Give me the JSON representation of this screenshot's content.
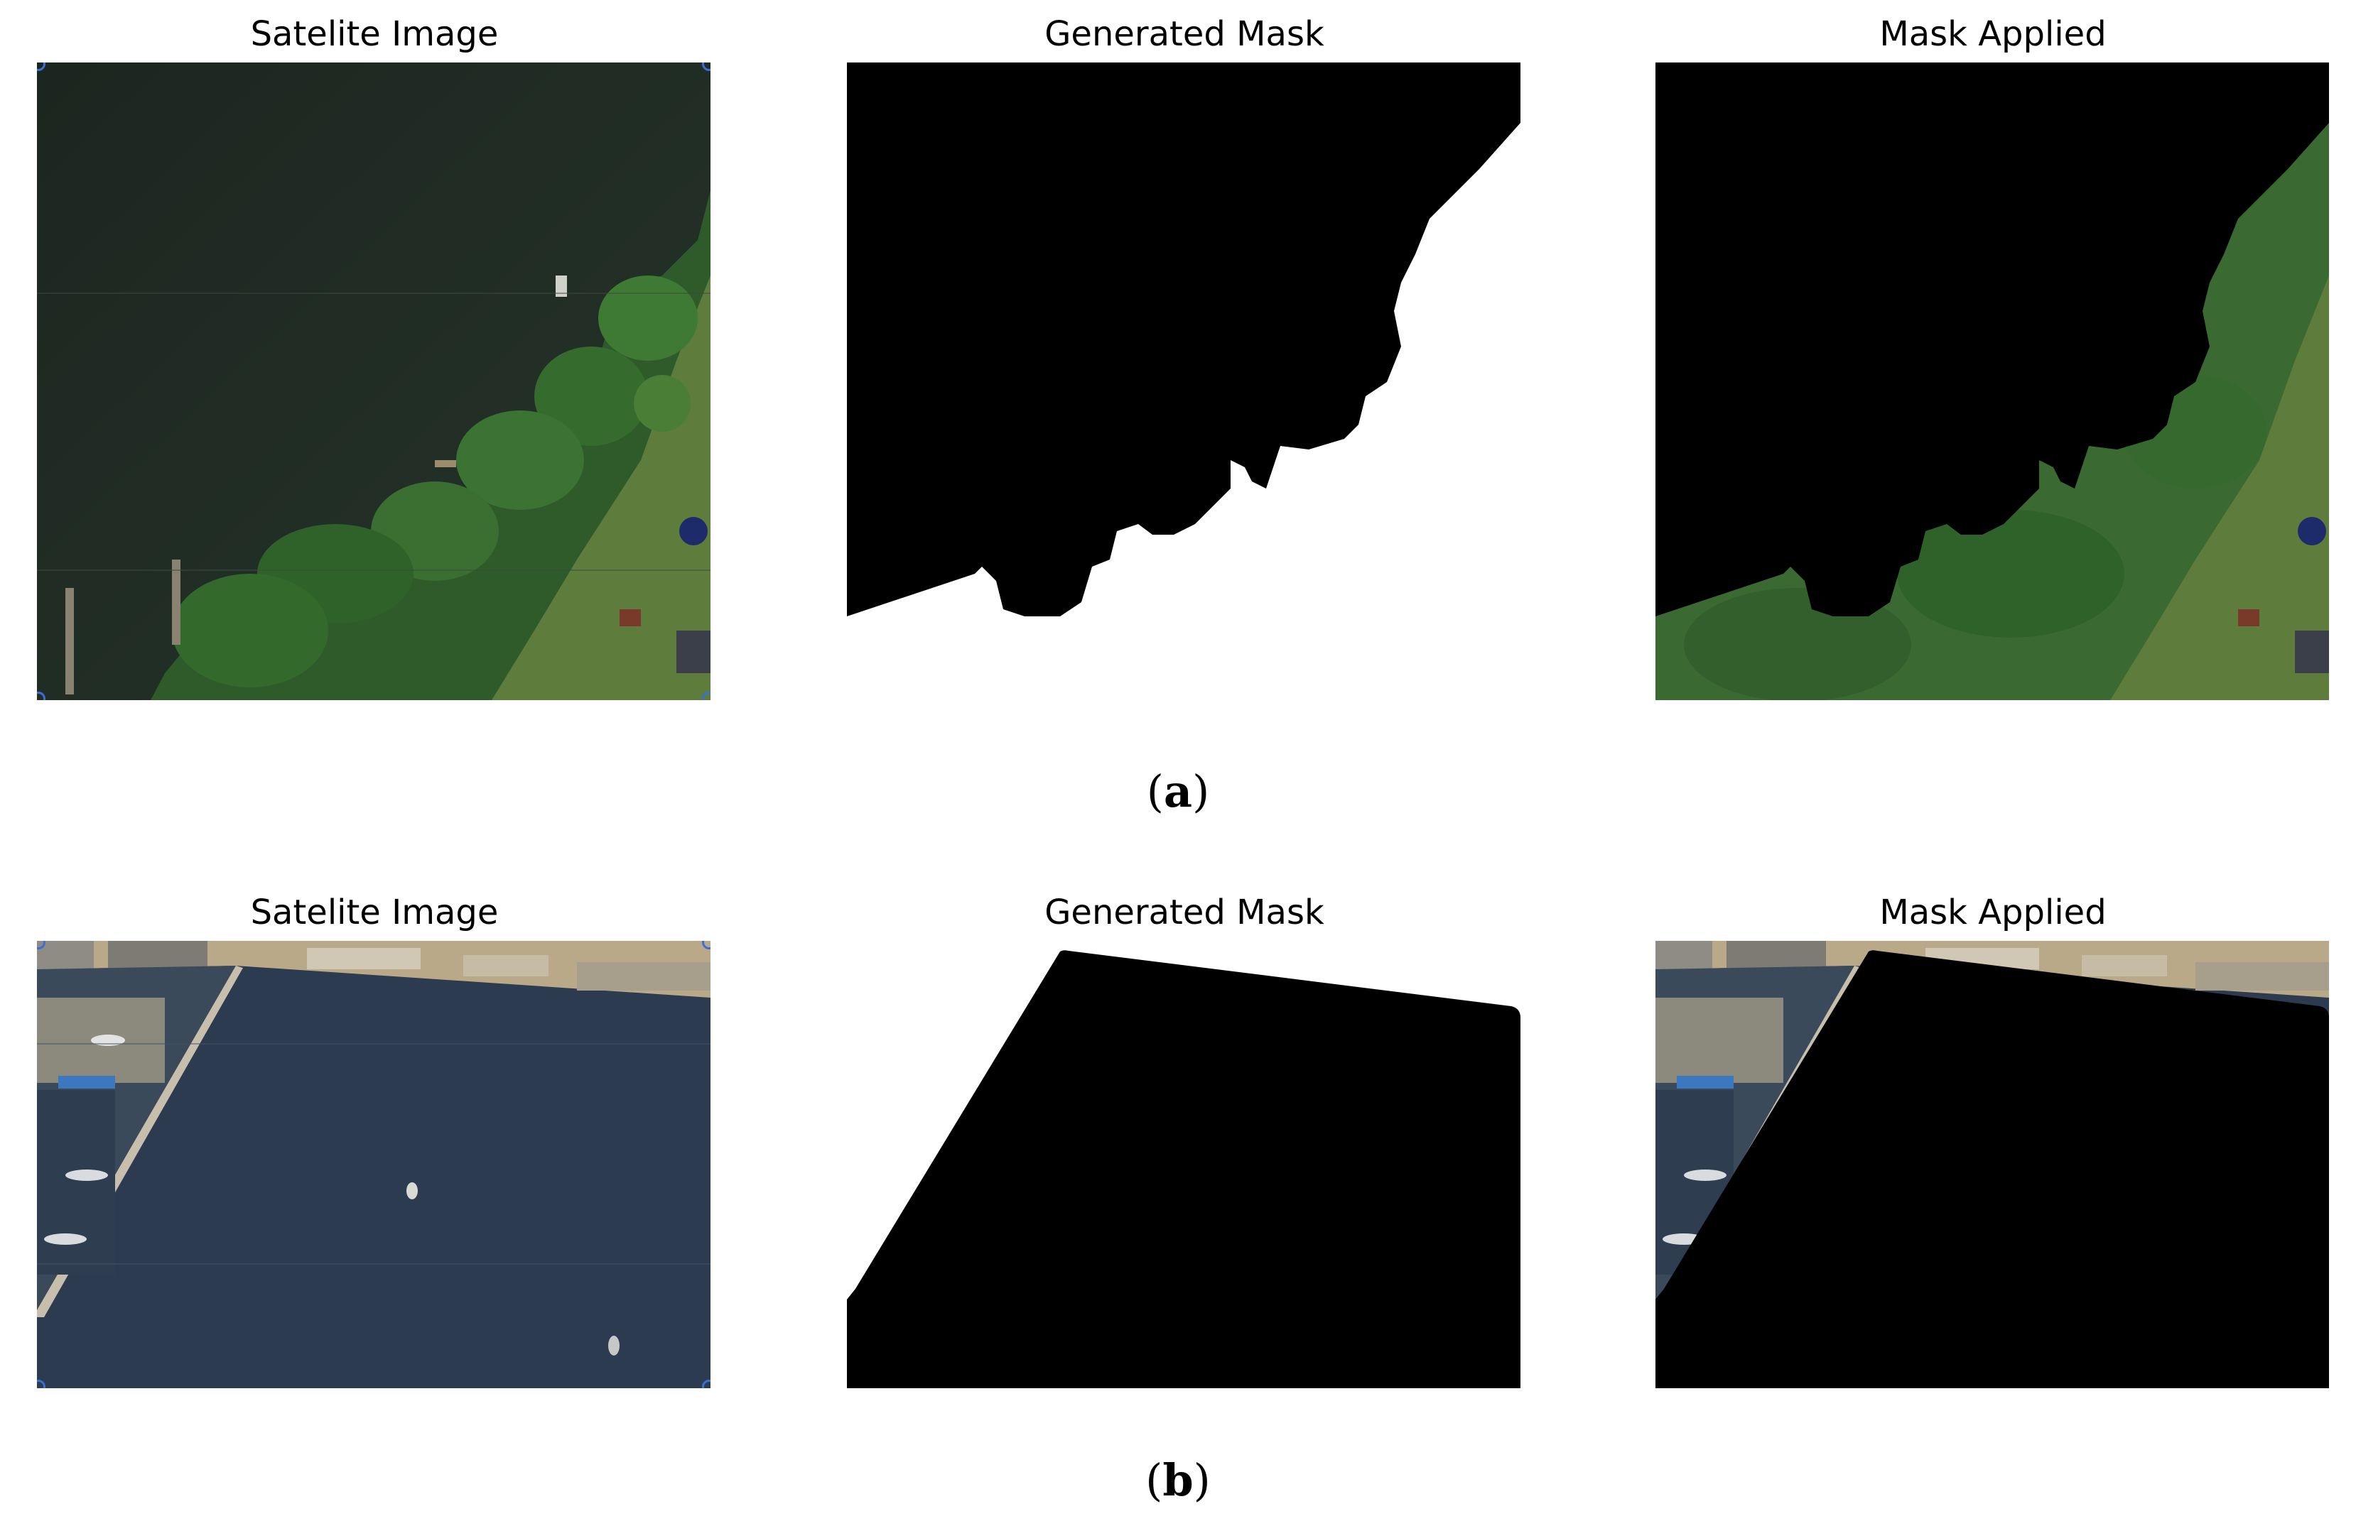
{
  "rows": [
    {
      "panels": [
        {
          "title": "Satelite Image"
        },
        {
          "title": "Generated Mask"
        },
        {
          "title": "Mask Applied"
        }
      ],
      "caption_letter": "a"
    },
    {
      "panels": [
        {
          "title": "Satelite Image"
        },
        {
          "title": "Generated Mask"
        },
        {
          "title": "Mask Applied"
        }
      ],
      "caption_letter": "b"
    }
  ],
  "colors": {
    "lake_water": "#1f2a22",
    "harbor_water": "#2b3a4f",
    "vegetation": "#3c6b34",
    "grass": "#5d7e3e",
    "mask_black": "#000000",
    "mask_white": "#ffffff"
  }
}
